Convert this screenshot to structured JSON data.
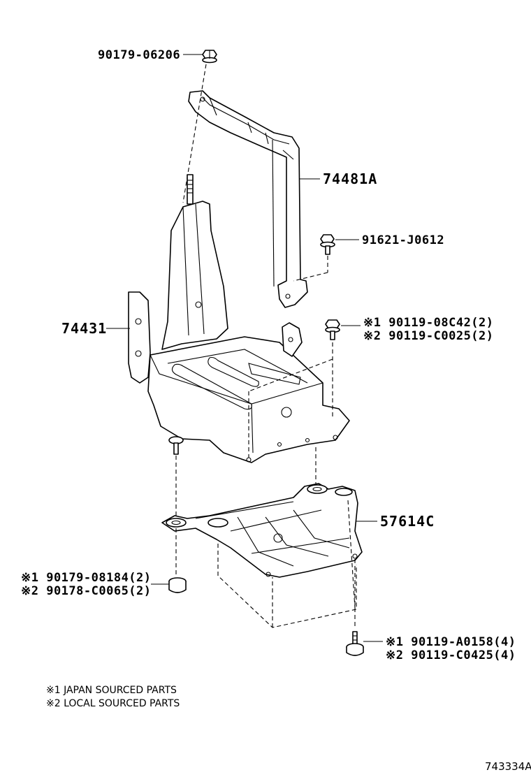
{
  "labels": {
    "bolt_top": "90179-06206",
    "clamp": "74481A",
    "bolt_mid": "91621-J0612",
    "tray": "74431",
    "bolt_right_1": "※1 90119-08C42(2)",
    "bolt_right_2": "※2 90119-C0025(2)",
    "under_cover": "57614C",
    "nut_left_1": "※1 90179-08184(2)",
    "nut_left_2": "※2 90178-C0065(2)",
    "bolt_bottom_1": "※1 90119-A0158(4)",
    "bolt_bottom_2": "※2 90119-C0425(4)"
  },
  "notes": {
    "note_1": "※1 JAPAN SOURCED PARTS",
    "note_2": "※2 LOCAL SOURCED PARTS"
  },
  "reference": "743334A"
}
